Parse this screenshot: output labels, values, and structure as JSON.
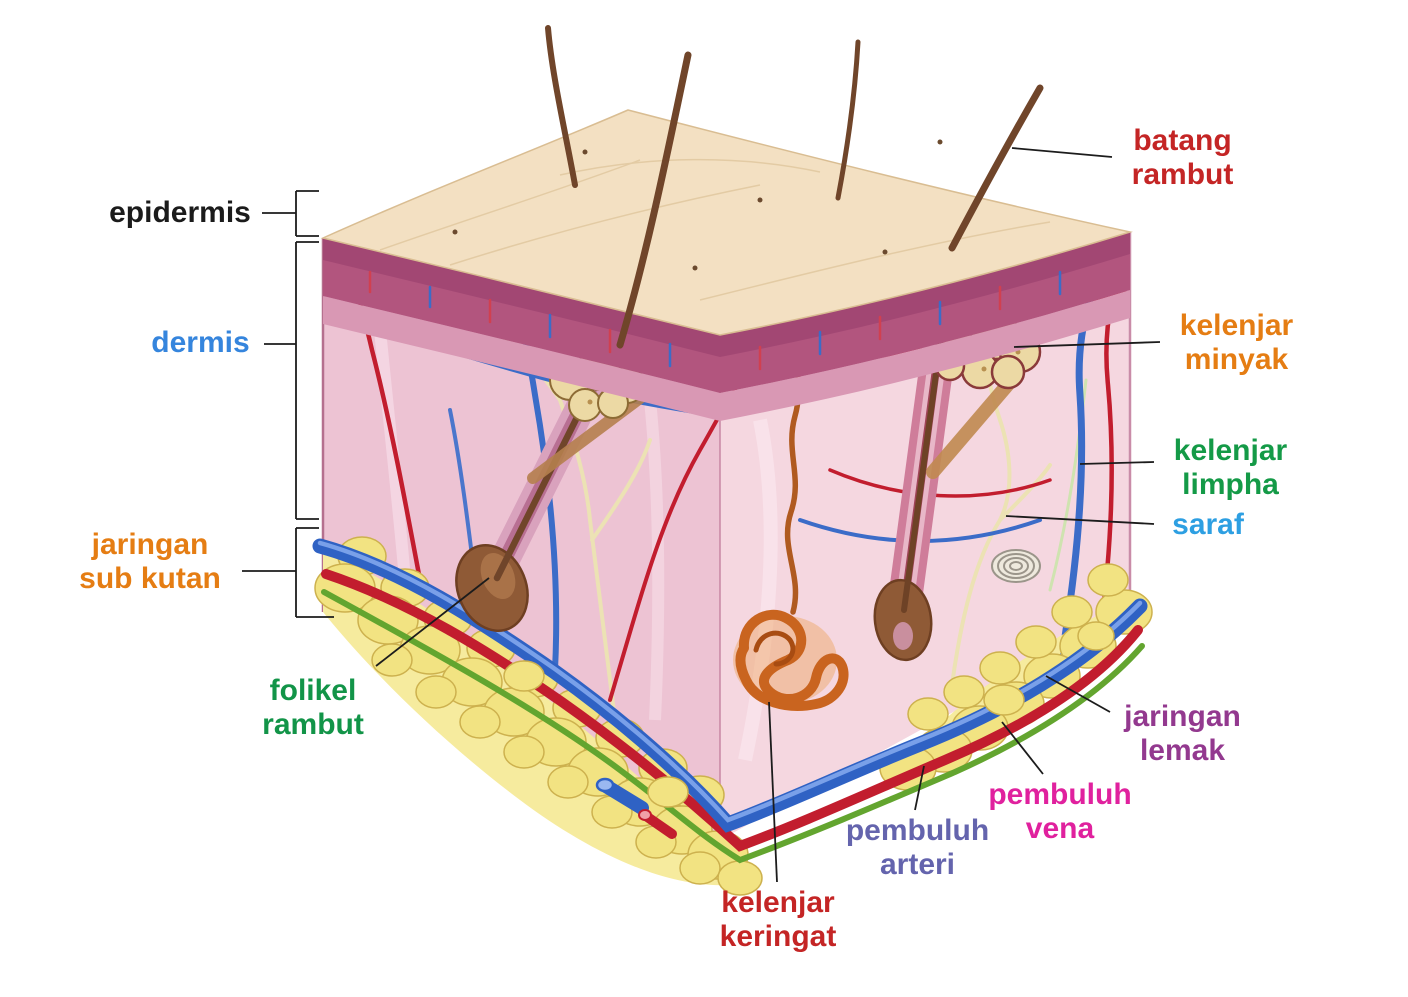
{
  "labels": {
    "epidermis": {
      "text": "epidermis",
      "color": "#1b1b1b"
    },
    "dermis": {
      "text": "dermis",
      "color": "#3585dd"
    },
    "jaringan_sub_kutan": {
      "text": "jaringan\nsub kutan",
      "color": "#e57d13"
    },
    "folikel_rambut": {
      "text": "folikel\nrambut",
      "color": "#129448"
    },
    "kelenjar_keringat": {
      "text": "kelenjar\nkeringat",
      "color": "#c42525"
    },
    "pembuluh_arteri": {
      "text": "pembuluh\narteri",
      "color": "#6464ad"
    },
    "pembuluh_vena": {
      "text": "pembuluh\nvena",
      "color": "#e0219e"
    },
    "jaringan_lemak": {
      "text": "jaringan\nlemak",
      "color": "#93398f"
    },
    "saraf": {
      "text": "saraf",
      "color": "#2d9fe2"
    },
    "kelenjar_limpha": {
      "text": "kelenjar\nlimpha",
      "color": "#149a47"
    },
    "kelenjar_minyak": {
      "text": "kelenjar\nminyak",
      "color": "#e57d13"
    },
    "batang_rambut": {
      "text": "batang\nrambut",
      "color": "#c42525"
    }
  },
  "palette": {
    "skin_surface": "#f3e0c2",
    "epidermis_band": "#b2557e",
    "epidermis_lower": "#d998b4",
    "dermis_left": "#edc3d3",
    "dermis_right": "#f5d7e0",
    "fat": "#f2e382",
    "artery": "#c21d2e",
    "vein": "#2f62c4",
    "lymph": "#63a52f",
    "nerve": "#ece2b4",
    "hair": "#70452a",
    "sebaceous_gland": "#ecd9a4",
    "sweat_gland": "#c9641f",
    "annotation_line": "#1c1c1c"
  }
}
